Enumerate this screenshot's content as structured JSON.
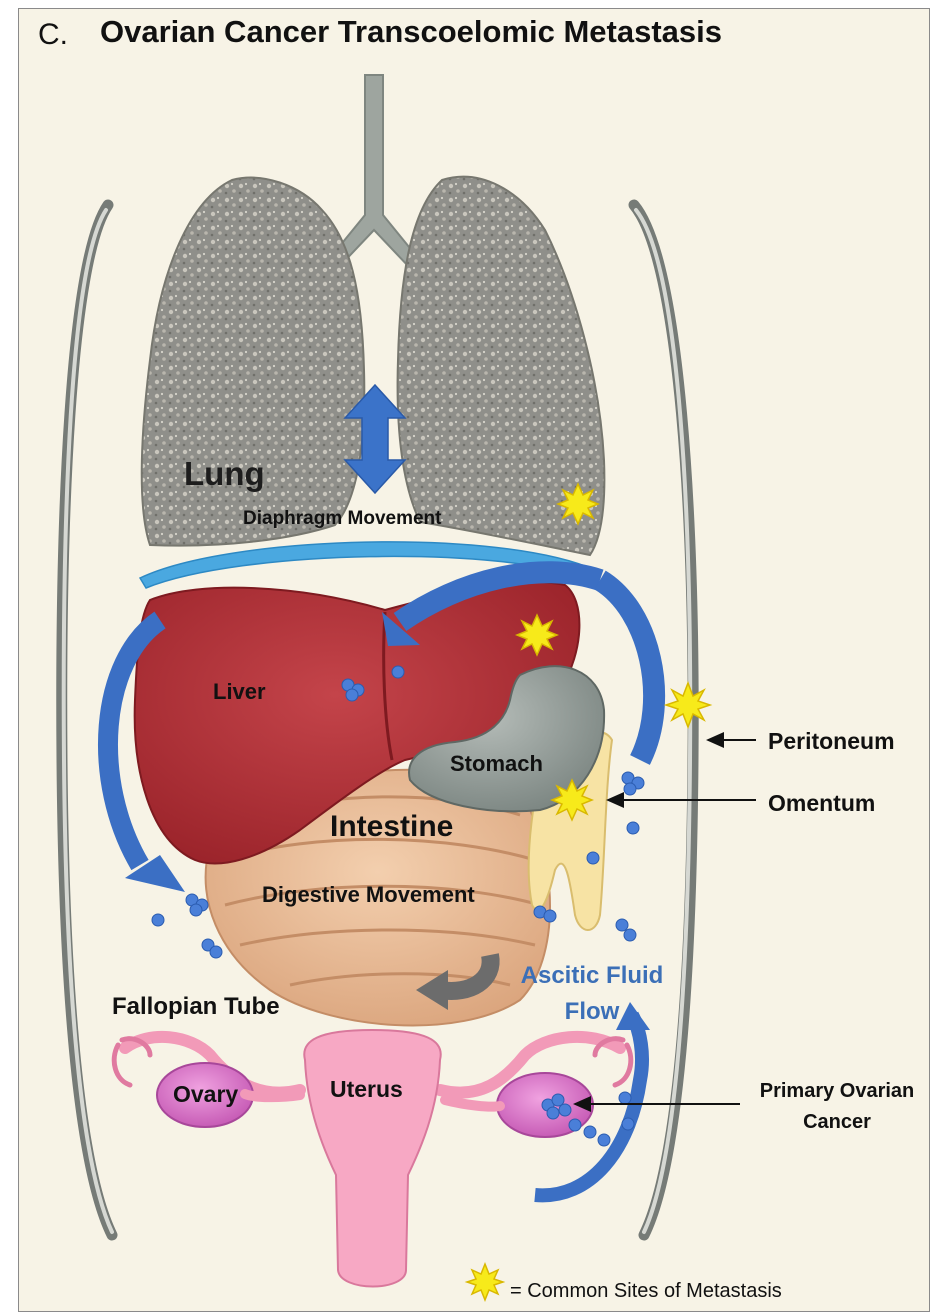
{
  "figure": {
    "panel_letter": "C.",
    "title": "Ovarian Cancer Transcoelomic Metastasis"
  },
  "labels": {
    "lung": "Lung",
    "diaphragm": "Diaphragm Movement",
    "liver": "Liver",
    "stomach": "Stomach",
    "intestine": "Intestine",
    "digestive": "Digestive Movement",
    "ascitic_line1": "Ascitic Fluid",
    "ascitic_line2": "Flow",
    "fallopian": "Fallopian Tube",
    "ovary": "Ovary",
    "uterus": "Uterus"
  },
  "callouts": {
    "peritoneum": "Peritoneum",
    "omentum": "Omentum",
    "primary_line1": "Primary Ovarian",
    "primary_line2": "Cancer"
  },
  "legend": {
    "icon": "yellow-starburst-icon",
    "text": "= Common Sites of Metastasis"
  },
  "colors": {
    "lung": "#9a9a94",
    "liver": "#b3313a",
    "stomach": "#8f9a96",
    "intestine": "#e6b48e",
    "uterus": "#f29ab8",
    "ovary": "#d86fc4",
    "flow_arrow": "#3b6fc4",
    "diaphragm": "#4aa8e0",
    "metastasis": "#f7ea1a",
    "ascitic_text": "#3b6fb7"
  }
}
